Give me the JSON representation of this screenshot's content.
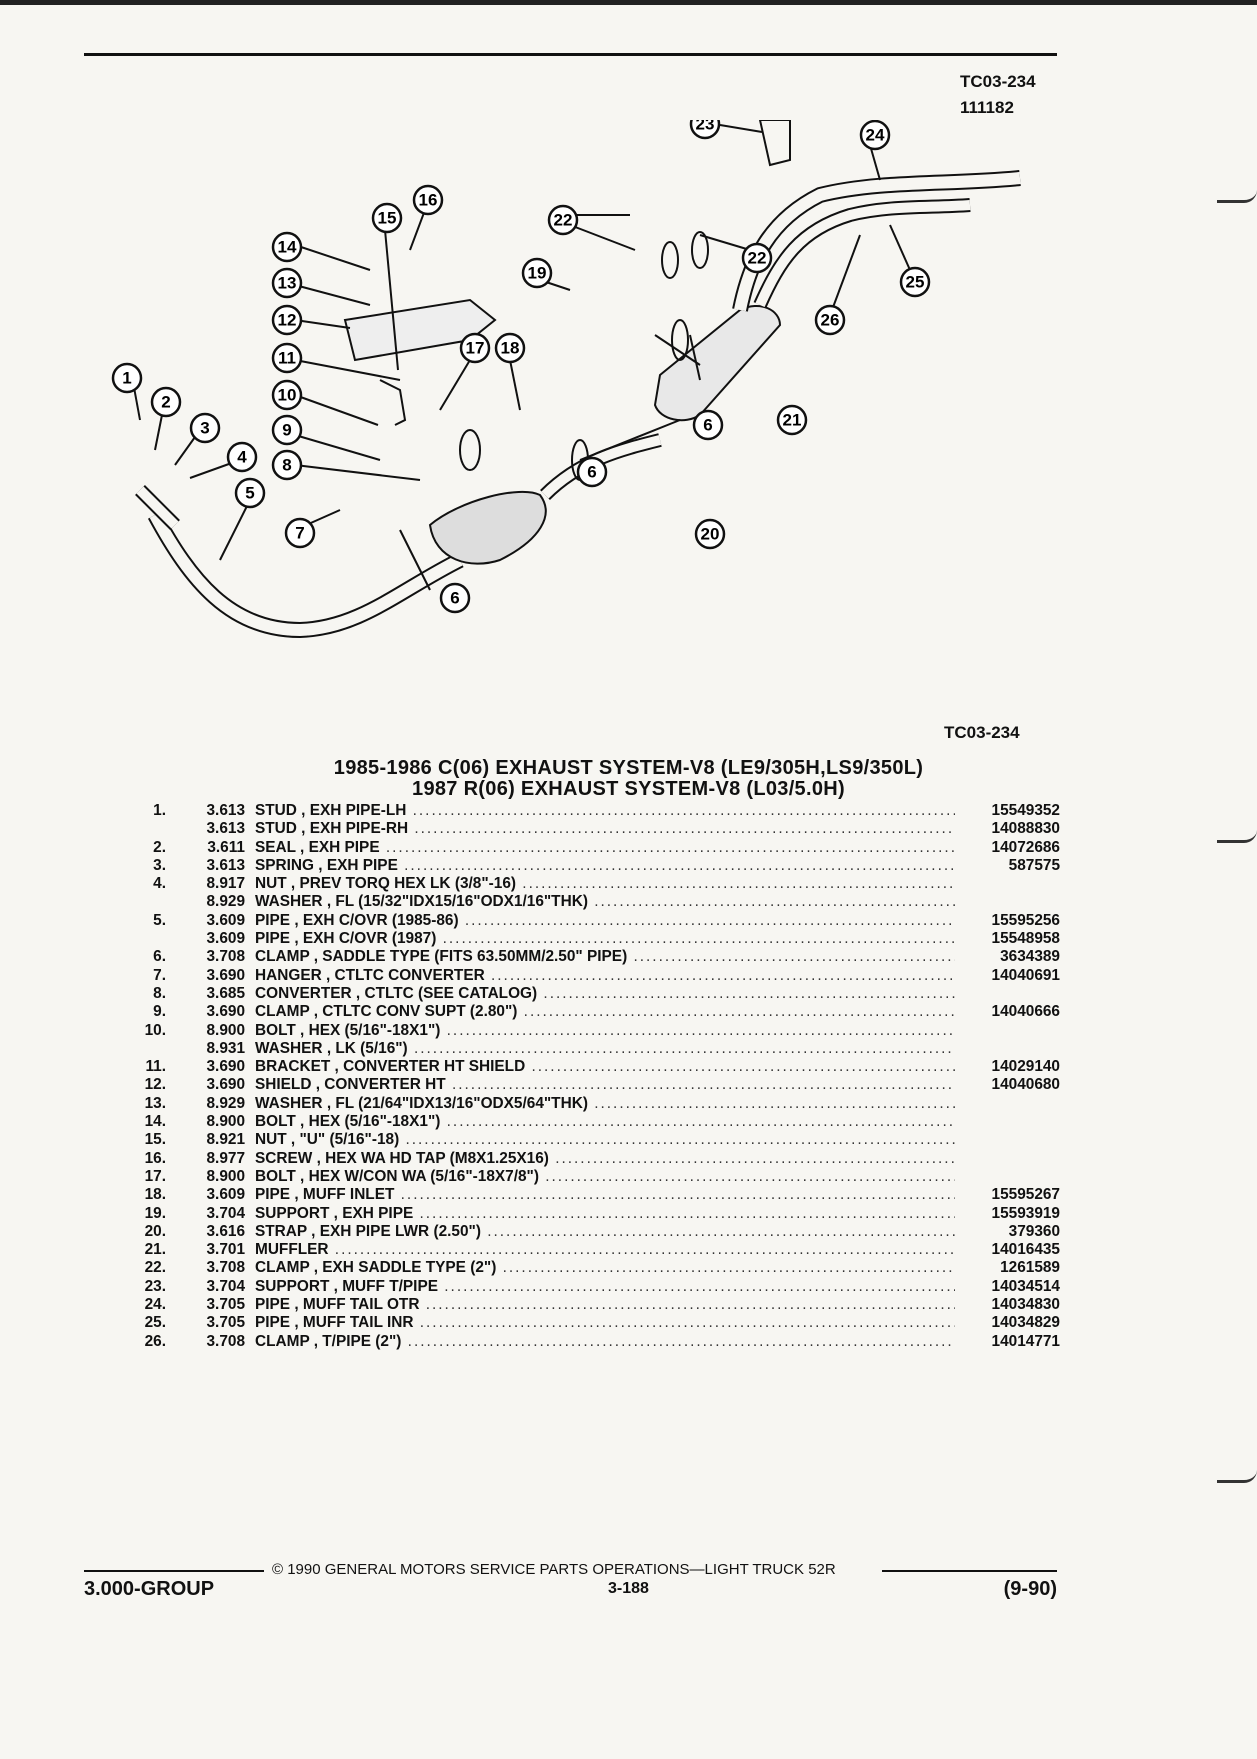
{
  "header": {
    "ref_code": "TC03-234",
    "ref_number": "111182",
    "caption_code": "TC03-234"
  },
  "diagram": {
    "callouts": [
      "1",
      "2",
      "3",
      "4",
      "5",
      "6",
      "7",
      "8",
      "9",
      "10",
      "11",
      "12",
      "13",
      "14",
      "15",
      "16",
      "17",
      "18",
      "19",
      "20",
      "21",
      "22",
      "23",
      "24",
      "25",
      "26"
    ]
  },
  "title": {
    "line1": "1985-1986 C(06) EXHAUST SYSTEM-V8 (LE9/305H,LS9/350L)",
    "line2": "1987 R(06) EXHAUST SYSTEM-V8 (L03/5.0H)"
  },
  "parts": [
    {
      "num": "1.",
      "grp": "3.613",
      "desc": "STUD , EXH PIPE-LH",
      "pn": "15549352"
    },
    {
      "num": "",
      "grp": "3.613",
      "desc": "STUD , EXH PIPE-RH",
      "pn": "14088830"
    },
    {
      "num": "2.",
      "grp": "3.611",
      "desc": "SEAL , EXH PIPE",
      "pn": "14072686"
    },
    {
      "num": "3.",
      "grp": "3.613",
      "desc": "SPRING , EXH PIPE",
      "pn": "587575"
    },
    {
      "num": "4.",
      "grp": "8.917",
      "desc": "NUT , PREV TORQ HEX LK (3/8\"-16)",
      "pn": ""
    },
    {
      "num": "",
      "grp": "8.929",
      "desc": "WASHER , FL (15/32\"IDX15/16\"ODX1/16\"THK)",
      "pn": ""
    },
    {
      "num": "5.",
      "grp": "3.609",
      "desc": "PIPE , EXH C/OVR (1985-86)",
      "pn": "15595256"
    },
    {
      "num": "",
      "grp": "3.609",
      "desc": "PIPE , EXH C/OVR (1987)",
      "pn": "15548958"
    },
    {
      "num": "6.",
      "grp": "3.708",
      "desc": "CLAMP , SADDLE TYPE (FITS 63.50MM/2.50\" PIPE)",
      "pn": "3634389"
    },
    {
      "num": "7.",
      "grp": "3.690",
      "desc": "HANGER , CTLTC CONVERTER",
      "pn": "14040691"
    },
    {
      "num": "8.",
      "grp": "3.685",
      "desc": "CONVERTER , CTLTC (SEE CATALOG)",
      "pn": ""
    },
    {
      "num": "9.",
      "grp": "3.690",
      "desc": "CLAMP , CTLTC CONV SUPT (2.80\")",
      "pn": "14040666"
    },
    {
      "num": "10.",
      "grp": "8.900",
      "desc": "BOLT , HEX (5/16\"-18X1\")",
      "pn": ""
    },
    {
      "num": "",
      "grp": "8.931",
      "desc": "WASHER , LK (5/16\")",
      "pn": ""
    },
    {
      "num": "11.",
      "grp": "3.690",
      "desc": "BRACKET , CONVERTER HT SHIELD",
      "pn": "14029140"
    },
    {
      "num": "12.",
      "grp": "3.690",
      "desc": "SHIELD , CONVERTER HT",
      "pn": "14040680"
    },
    {
      "num": "13.",
      "grp": "8.929",
      "desc": "WASHER , FL (21/64\"IDX13/16\"ODX5/64\"THK)",
      "pn": ""
    },
    {
      "num": "14.",
      "grp": "8.900",
      "desc": "BOLT , HEX (5/16\"-18X1\")",
      "pn": ""
    },
    {
      "num": "15.",
      "grp": "8.921",
      "desc": "NUT , \"U\" (5/16\"-18)",
      "pn": ""
    },
    {
      "num": "16.",
      "grp": "8.977",
      "desc": "SCREW , HEX WA HD TAP (M8X1.25X16)",
      "pn": ""
    },
    {
      "num": "17.",
      "grp": "8.900",
      "desc": "BOLT , HEX W/CON WA (5/16\"-18X7/8\")",
      "pn": ""
    },
    {
      "num": "18.",
      "grp": "3.609",
      "desc": "PIPE , MUFF INLET",
      "pn": "15595267"
    },
    {
      "num": "19.",
      "grp": "3.704",
      "desc": "SUPPORT , EXH PIPE",
      "pn": "15593919"
    },
    {
      "num": "20.",
      "grp": "3.616",
      "desc": "STRAP , EXH PIPE LWR (2.50\")",
      "pn": "379360"
    },
    {
      "num": "21.",
      "grp": "3.701",
      "desc": "MUFFLER",
      "pn": "14016435"
    },
    {
      "num": "22.",
      "grp": "3.708",
      "desc": "CLAMP , EXH SADDLE TYPE (2\")",
      "pn": "1261589"
    },
    {
      "num": "23.",
      "grp": "3.704",
      "desc": "SUPPORT , MUFF T/PIPE",
      "pn": "14034514"
    },
    {
      "num": "24.",
      "grp": "3.705",
      "desc": "PIPE , MUFF TAIL OTR",
      "pn": "14034830"
    },
    {
      "num": "25.",
      "grp": "3.705",
      "desc": "PIPE , MUFF TAIL INR",
      "pn": "14034829"
    },
    {
      "num": "26.",
      "grp": "3.708",
      "desc": "CLAMP , T/PIPE (2\")",
      "pn": "14014771"
    }
  ],
  "footer": {
    "copyright": "© 1990 GENERAL MOTORS SERVICE PARTS OPERATIONS—LIGHT TRUCK 52R",
    "group": "3.000-GROUP",
    "page": "3-188",
    "date": "(9-90)"
  }
}
